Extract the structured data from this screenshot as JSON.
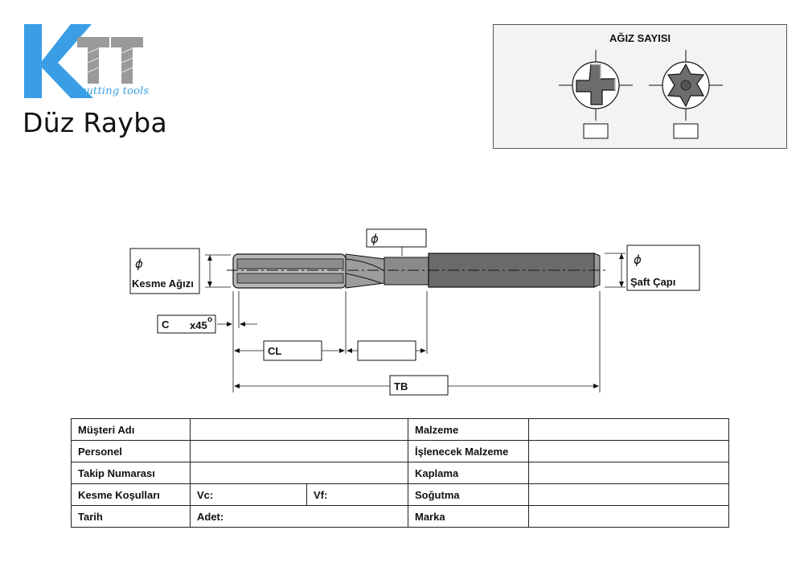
{
  "brand": {
    "logo_letters": "KTT",
    "logo_tagline": "cutting tools",
    "colors": {
      "logo_blue": "#3a9ee4",
      "logo_gray": "#9a9a9a"
    }
  },
  "page_title": "Düz Rayba",
  "teeth_panel": {
    "title": "AĞIZ SAYISI",
    "options": [
      {
        "icon": "four-flute-cross-section-icon",
        "value": ""
      },
      {
        "icon": "six-flute-cross-section-icon",
        "value": ""
      }
    ]
  },
  "drawing": {
    "diameter_symbol": "ϕ",
    "labels": {
      "cutting_diameter": "Kesme Ağızı",
      "shank_diameter": "Şaft Çapı",
      "chamfer_c": "C",
      "chamfer_angle": "x45",
      "chamfer_degree": "o",
      "cutting_length": "CL",
      "total_length": "TB"
    },
    "values": {
      "cutting_diameter": "",
      "neck_diameter": "",
      "shank_diameter": "",
      "chamfer": "",
      "cutting_length": "",
      "neck_length": "",
      "total_length": ""
    }
  },
  "order_form": {
    "rows": [
      {
        "left_label": "Müşteri Adı",
        "left_value": "",
        "right_label": "Malzeme",
        "right_value": ""
      },
      {
        "left_label": "Personel",
        "left_value": "",
        "right_label": "İşlenecek Malzeme",
        "right_value": ""
      },
      {
        "left_label": "Takip Numarası",
        "left_value": "",
        "right_label": "Kaplama",
        "right_value": ""
      },
      {
        "left_label": "Kesme Koşulları",
        "vc_label": "Vc:",
        "vf_label": "Vf:",
        "right_label": "Soğutma",
        "right_value": ""
      },
      {
        "left_label": "Tarih",
        "adet_label": "Adet:",
        "right_label": "Marka",
        "right_value": ""
      }
    ]
  }
}
